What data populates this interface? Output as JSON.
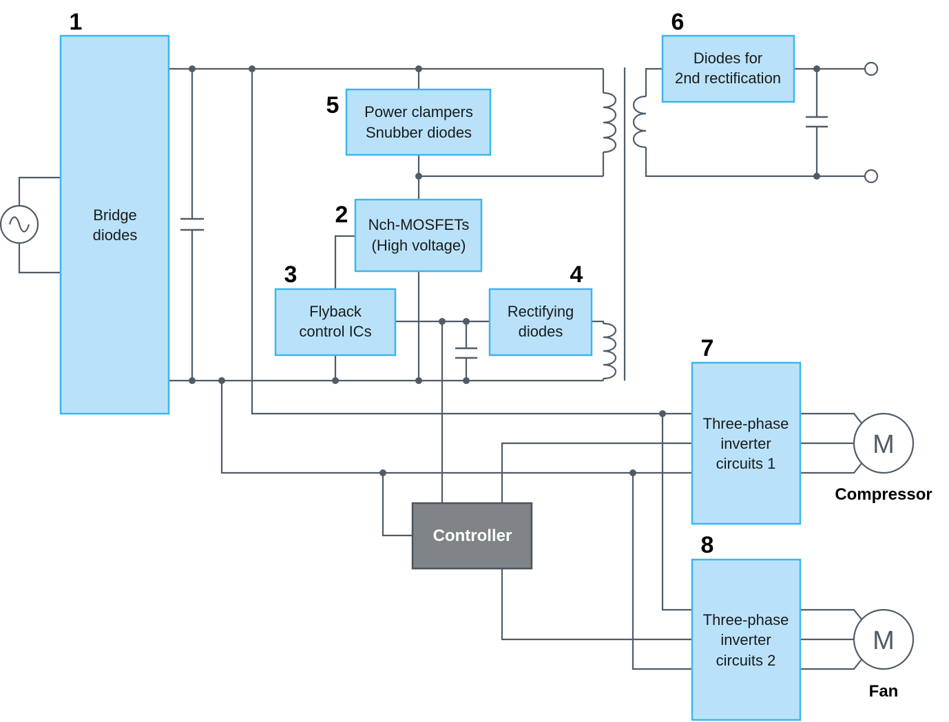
{
  "blocks": {
    "bridge": {
      "number": "1",
      "lines": [
        "Bridge",
        "diodes"
      ]
    },
    "mosfet": {
      "number": "2",
      "lines": [
        "Nch-MOSFETs",
        "(High voltage)"
      ]
    },
    "flyback": {
      "number": "3",
      "lines": [
        "Flyback",
        "control ICs"
      ]
    },
    "rectifying": {
      "number": "4",
      "lines": [
        "Rectifying",
        "diodes"
      ]
    },
    "clamper": {
      "number": "5",
      "lines": [
        "Power clampers",
        "Snubber diodes"
      ]
    },
    "secondary": {
      "number": "6",
      "lines": [
        "Diodes for",
        "2nd rectification"
      ]
    },
    "inverter1": {
      "number": "7",
      "lines": [
        "Three-phase",
        "inverter",
        "circuits 1"
      ]
    },
    "inverter2": {
      "number": "8",
      "lines": [
        "Three-phase",
        "inverter",
        "circuits 2"
      ]
    }
  },
  "controller": {
    "label": "Controller"
  },
  "motors": {
    "compressor": {
      "symbol": "M",
      "label": "Compressor"
    },
    "fan": {
      "symbol": "M",
      "label": "Fan"
    }
  },
  "colors": {
    "block_fill": "#b9e2fa",
    "block_border": "#3db6ee",
    "controller_fill": "#7f8486",
    "wire": "#4f5b66"
  }
}
